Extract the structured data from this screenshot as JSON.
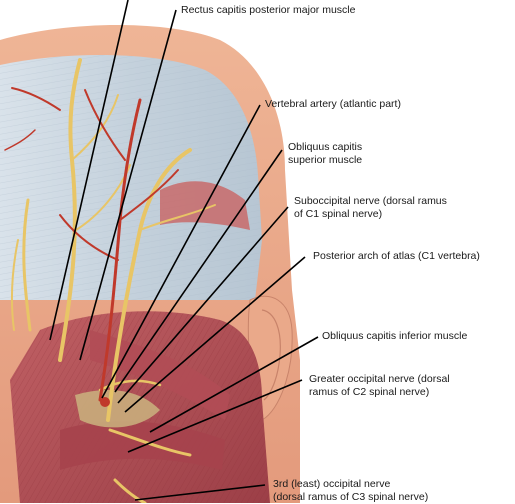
{
  "labels": {
    "rectus_major": "Rectus capitis posterior major muscle",
    "vertebral_artery": "Vertebral artery (atlantic part)",
    "obliquus_superior_1": "Obliquus capitis",
    "obliquus_superior_2": "superior muscle",
    "suboccipital_1": "Suboccipital nerve (dorsal ramus",
    "suboccipital_2": "of C1 spinal nerve)",
    "posterior_arch": "Posterior arch of atlas (C1 vertebra)",
    "obliquus_inferior": "Obliquus capitis inferior muscle",
    "greater_occipital_1": "Greater occipital nerve (dorsal",
    "greater_occipital_2": "ramus of C2 spinal nerve)",
    "third_occipital_1": "3rd (least) occipital nerve",
    "third_occipital_2": "(dorsal ramus of C3 spinal nerve)"
  },
  "colors": {
    "scalp": "#e9a283",
    "scalp_dark": "#d7866a",
    "aponeurosis": "#c9d5df",
    "muscle": "#b8545a",
    "muscle_light": "#d27c7c",
    "nerve": "#e8c566",
    "artery": "#c0392b",
    "leader": "#000000",
    "text": "#1a1a1a"
  }
}
